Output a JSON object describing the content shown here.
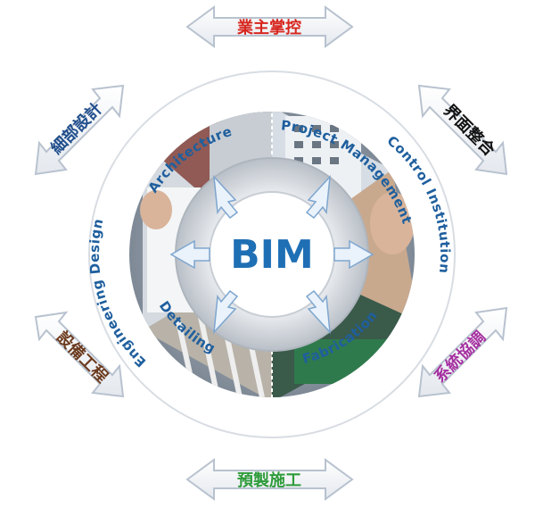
{
  "center": {
    "label": "BIM"
  },
  "ring_labels": {
    "architecture": "Architecture",
    "project_management": "Project Management",
    "control_institution": "Control Institution",
    "fabrication": "Fabrication",
    "detailing": "Detailing",
    "engineering_design": "Engineering Design"
  },
  "outer_arrows": {
    "top": "業主掌控",
    "top_left": "細部設計",
    "top_right": "界面整合",
    "bottom_left": "設備工程",
    "bottom_right": "系統協調",
    "bottom": "預製施工"
  },
  "colors": {
    "top": "#d7261e",
    "top_left": "#1f4e8c",
    "top_right": "#111111",
    "bottom_left": "#6b3a1e",
    "bottom_right": "#a52fa0",
    "bottom": "#2e9b3a",
    "ring_text": "#1f5f9e",
    "bim": "#1f6fb5"
  }
}
